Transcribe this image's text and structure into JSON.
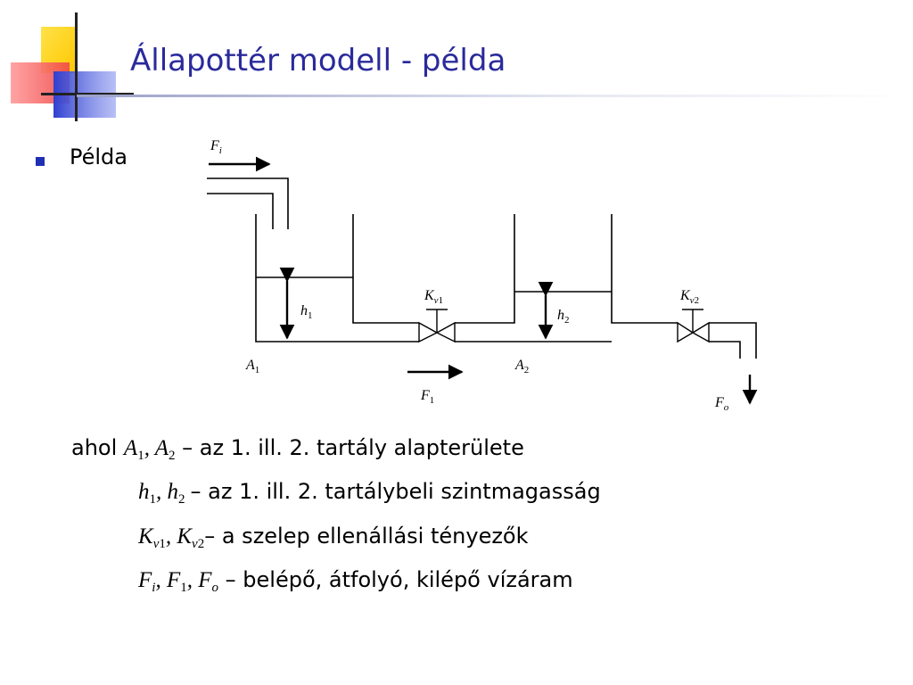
{
  "slide": {
    "title": "Állapottér modell - példa",
    "bullet": "Példa"
  },
  "diagram": {
    "labels": {
      "Fi": {
        "main": "F",
        "sub": "i"
      },
      "F1": {
        "main": "F",
        "sub": "1"
      },
      "Fo": {
        "main": "F",
        "sub": "o"
      },
      "h1": {
        "main": "h",
        "sub": "1"
      },
      "h2": {
        "main": "h",
        "sub": "2"
      },
      "A1": {
        "main": "A",
        "sub": "1"
      },
      "A2": {
        "main": "A",
        "sub": "2"
      },
      "Kv1": {
        "main": "K",
        "sub": "v",
        "sub2": "1"
      },
      "Kv2": {
        "main": "K",
        "sub": "v",
        "sub2": "2"
      }
    }
  },
  "definitions": {
    "lead": "ahol",
    "sep": ", ",
    "rows": [
      {
        "sym1": "A",
        "sub1": "1",
        "sym2": "A",
        "sub2": "2",
        "text": " – az 1. ill. 2. tartály alapterülete"
      },
      {
        "sym1": "h",
        "sub1": "1",
        "sym2": "h",
        "sub2": "2",
        "text": "– az 1. ill. 2. tartálybeli szintmagasság"
      },
      {
        "sym1": "K",
        "sub1v": "v",
        "sub1": "1",
        "sym2": "K",
        "sub2v": "v",
        "sub2": "2",
        "text": "– a szelep ellenállási tényezők"
      },
      {
        "sym1": "F",
        "sub1": "i",
        "sym2": "F",
        "sub2": "1",
        "sym3": "F",
        "sub3": "o",
        "text": " – belépő, átfolyó, kilépő vízáram"
      }
    ]
  },
  "colors": {
    "title": "#2a2a9c",
    "bullet": "#1f2fb3",
    "logo_yellow": "#ffd400",
    "logo_red": "#f05a5a",
    "logo_blue": "#3d4fd8"
  }
}
